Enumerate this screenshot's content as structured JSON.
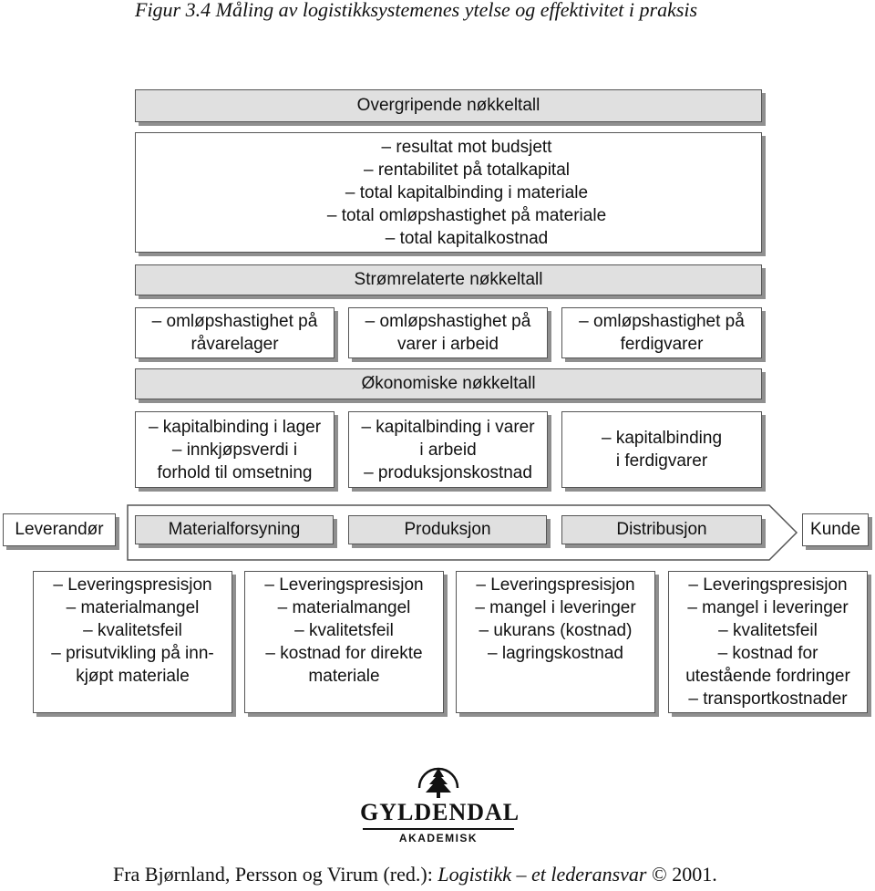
{
  "caption": "Figur 3.4 Måling av logistikksystemenes ytelse og effektivitet i praksis",
  "overgripende": {
    "title": "Overgripende nøkkeltall",
    "items": [
      "– resultat mot budsjett",
      "– rentabilitet på totalkapital",
      "– total kapitalbinding i materiale",
      "– total omløpshastighet på materiale",
      "– total kapitalkostnad"
    ]
  },
  "stromrelaterte": {
    "title": "Strømrelaterte nøkkeltall",
    "boxes": [
      [
        "– omløpshastighet på",
        "råvarelager"
      ],
      [
        "– omløpshastighet på",
        "varer i arbeid"
      ],
      [
        "– omløpshastighet på",
        "ferdigvarer"
      ]
    ]
  },
  "okonomiske": {
    "title": "Økonomiske nøkkeltall",
    "boxes": [
      [
        "– kapitalbinding i lager",
        "– innkjøpsverdi i",
        "forhold til omsetning"
      ],
      [
        "– kapitalbinding i varer",
        "i arbeid",
        "– produksjonskostnad"
      ],
      [
        "– kapitalbinding",
        "i ferdigvarer"
      ]
    ]
  },
  "flow": {
    "leverandor": "Leverandør",
    "stages": [
      "Materialforsyning",
      "Produksjon",
      "Distribusjon"
    ],
    "kunde": "Kunde"
  },
  "bottom": [
    [
      "– Leveringspresisjon",
      "– materialmangel",
      "– kvalitetsfeil",
      "– prisutvikling på inn-",
      "kjøpt materiale"
    ],
    [
      "– Leveringspresisjon",
      "– materialmangel",
      "– kvalitetsfeil",
      "– kostnad for direkte",
      "materiale"
    ],
    [
      "– Leveringspresisjon",
      "– mangel i leveringer",
      "– ukurans (kostnad)",
      "– lagringskostnad"
    ],
    [
      "– Leveringspresisjon",
      "– mangel i leveringer",
      "– kvalitetsfeil",
      "– kostnad for",
      "utestående fordringer",
      "– transportkostnader"
    ]
  ],
  "logo": {
    "name": "GYLDENDAL",
    "sub": "AKADEMISK"
  },
  "footer": {
    "source": "Fra Bjørnland, Persson og Virum (red.): ",
    "book": "Logistikk – et lederansvar",
    "year": " © 2001."
  }
}
